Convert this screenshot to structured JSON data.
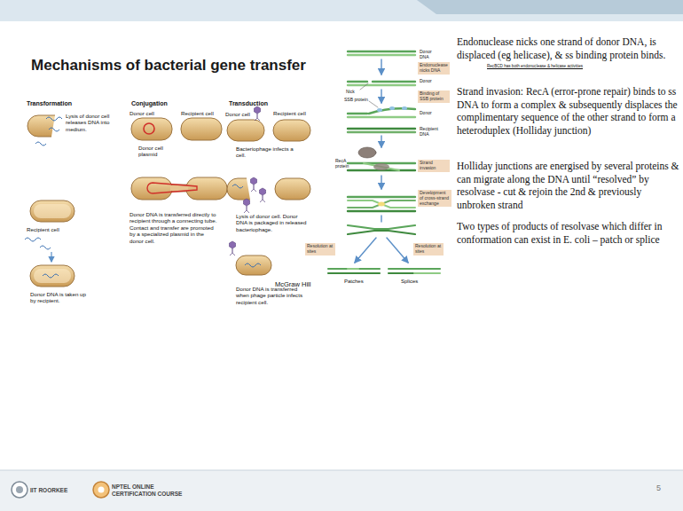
{
  "diagram": {
    "title": "Mechanisms of bacterial gene transfer",
    "nodes": [
      {
        "text": [
          "Endonuclease nicks DNA"
        ]
      },
      {
        "text": [
          "Binding of SSB protein"
        ]
      },
      {
        "text": [
          "Strand invasion"
        ]
      },
      {
        "text": [
          "Development of cross-strand exchange"
        ]
      },
      {
        "text": [
          "Resolution at sites"
        ]
      },
      {
        "text": [
          "Resolution at sites"
        ]
      }
    ],
    "labels": [
      "Transformation",
      "Conjugation",
      "Transduction",
      "Lysis of donor cell releases DNA into medium.",
      "Recipient cell",
      "Donor DNA is taken up by recipient.",
      "Donor cell",
      "Recipient cell",
      "Donor cell plasmid",
      "Donor DNA is transferred directly to recipient through a connecting tube. Contact and transfer are promoted by a specialized plasmid in the donor cell.",
      "Donor cell",
      "Recipient cell",
      "Bacteriophage infects a cell.",
      "Lysis of donor cell. Donor DNA is packaged in released bacteriophage.",
      "Donor DNA is transferred when phage particle infects recipient cell.",
      "McGraw Hill",
      "Donor DNA",
      "Donor",
      "Nick",
      "SSB protein",
      "Donor",
      "Recipient DNA",
      "RecA protein",
      "Patches",
      "Splices",
      "Endonuclease nicks one strand of donor DNA, is displaced (eg helicase), & ss binding protein binds.",
      "RecBCD has both endonuclease & helicase activities",
      "Strand invasion: RecA (error-prone repair) binds to ss DNA to form a complex & subsequently displaces the complimentary sequence of the other strand to form a heteroduplex (Holliday junction)",
      "Holliday junctions are energised by several proteins & can migrate along the DNA until “resolved” by resolvase - cut & rejoin the 2nd & previously unbroken strand",
      "Two types of products of resolvase which differ in conformation can exist in E. coli – patch or splice",
      "IIT ROORKEE",
      "NPTEL ONLINE CERTIFICATION COURSE",
      "5"
    ]
  }
}
